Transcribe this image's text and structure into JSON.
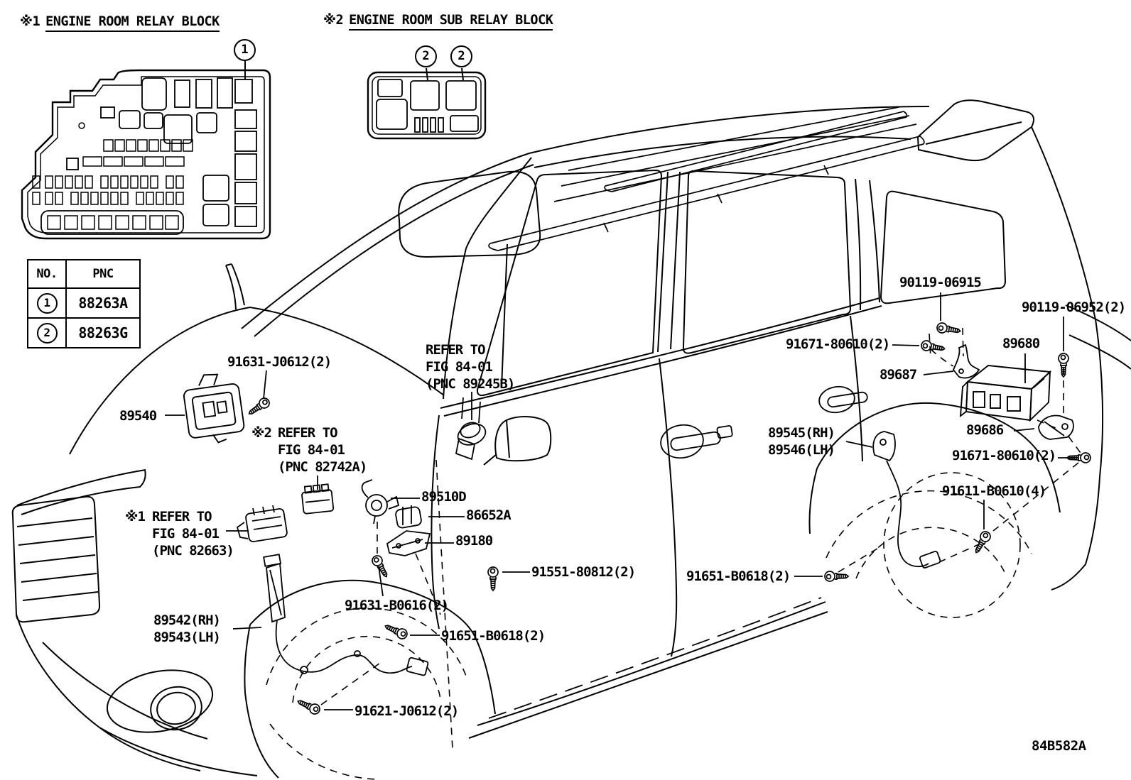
{
  "figure_code": "84B582A",
  "insets": {
    "relay_block": {
      "prefix": "※1",
      "title": "ENGINE ROOM RELAY BLOCK",
      "callout": "1"
    },
    "sub_relay_block": {
      "prefix": "※2",
      "title": "ENGINE ROOM SUB RELAY BLOCK",
      "callout": "2"
    }
  },
  "pnc_table": {
    "col_no": "NO.",
    "col_pnc": "PNC",
    "rows": [
      {
        "no": "1",
        "pnc": "88263A"
      },
      {
        "no": "2",
        "pnc": "88263G"
      }
    ]
  },
  "part_labels": {
    "p91631_j0612": "91631-J0612(2)",
    "p89540": "89540",
    "ref_82742a_prefix": "※2",
    "ref_82742a": "REFER TO\nFIG 84-01\n(PNC 82742A)",
    "ref_89245b": "REFER TO\nFIG 84-01\n(PNC 89245B)",
    "ref_82663_prefix": "※1",
    "ref_82663": "REFER TO\nFIG 84-01\n(PNC 82663)",
    "p89510d": "89510D",
    "p86652a": "86652A",
    "p89180": "89180",
    "p91551": "91551-80812(2)",
    "p89542_89543": "89542(RH)\n89543(LH)",
    "p91631_b0616": "91631-B0616(2)",
    "p91651_left": "91651-B0618(2)",
    "p91621": "91621-J0612(2)",
    "p90119_06915": "90119-06915",
    "p91671_left": "91671-80610(2)",
    "p89687": "89687",
    "p89680": "89680",
    "p90119_06952": "90119-06952(2)",
    "p89686": "89686",
    "p91671_right": "91671-80610(2)",
    "p91611": "91611-B0610(4)",
    "p91651_right": "91651-B0618(2)",
    "p89545_89546": "89545(RH)\n89546(LH)"
  }
}
